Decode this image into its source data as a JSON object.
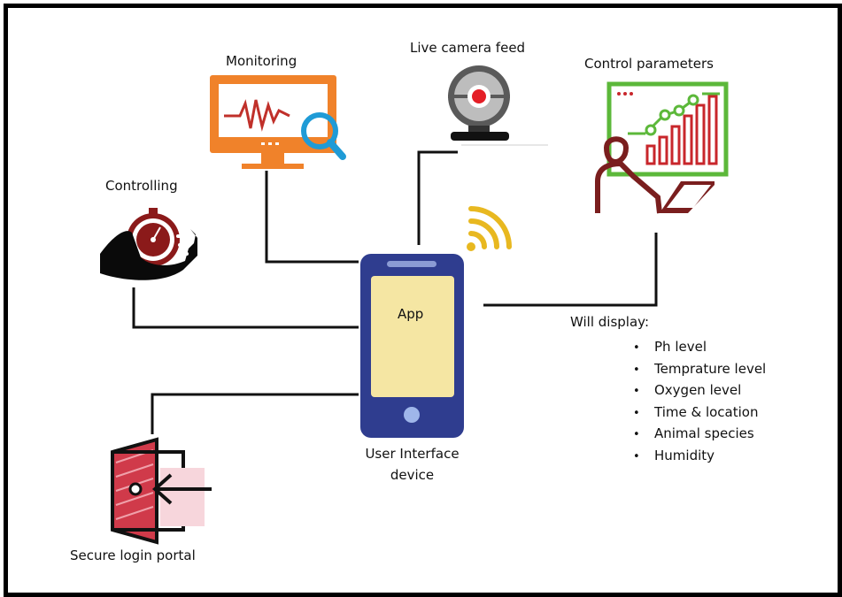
{
  "labels": {
    "monitoring": "Monitoring",
    "live_camera": "Live camera feed",
    "control_parameters": "Control parameters",
    "controlling": "Controlling",
    "app": "App",
    "device_line1": "User Interface",
    "device_line2": "device",
    "login": "Secure login portal"
  },
  "display": {
    "title": "Will display:",
    "items": [
      "Ph level",
      "Temprature level",
      "Oxygen level",
      "Time & location",
      "Animal species",
      "Humidity"
    ]
  },
  "colors": {
    "phone_body": "#2f3d8f",
    "phone_screen": "#f5e6a3",
    "monitor": "#f0822a",
    "magnifier": "#1f9bd6",
    "pulse": "#c0302a",
    "stopwatch": "#8b1a1a",
    "chart_green": "#5cb83a",
    "chart_red": "#c8262b",
    "person": "#7a1e1e",
    "wifi": "#e8b820",
    "door": "#d03a4a",
    "connector": "#111111"
  },
  "icons": [
    "monitor-icon",
    "webcam-icon",
    "chart-person-icon",
    "stopwatch-hand-icon",
    "wifi-icon",
    "login-door-icon",
    "smartphone-icon"
  ]
}
